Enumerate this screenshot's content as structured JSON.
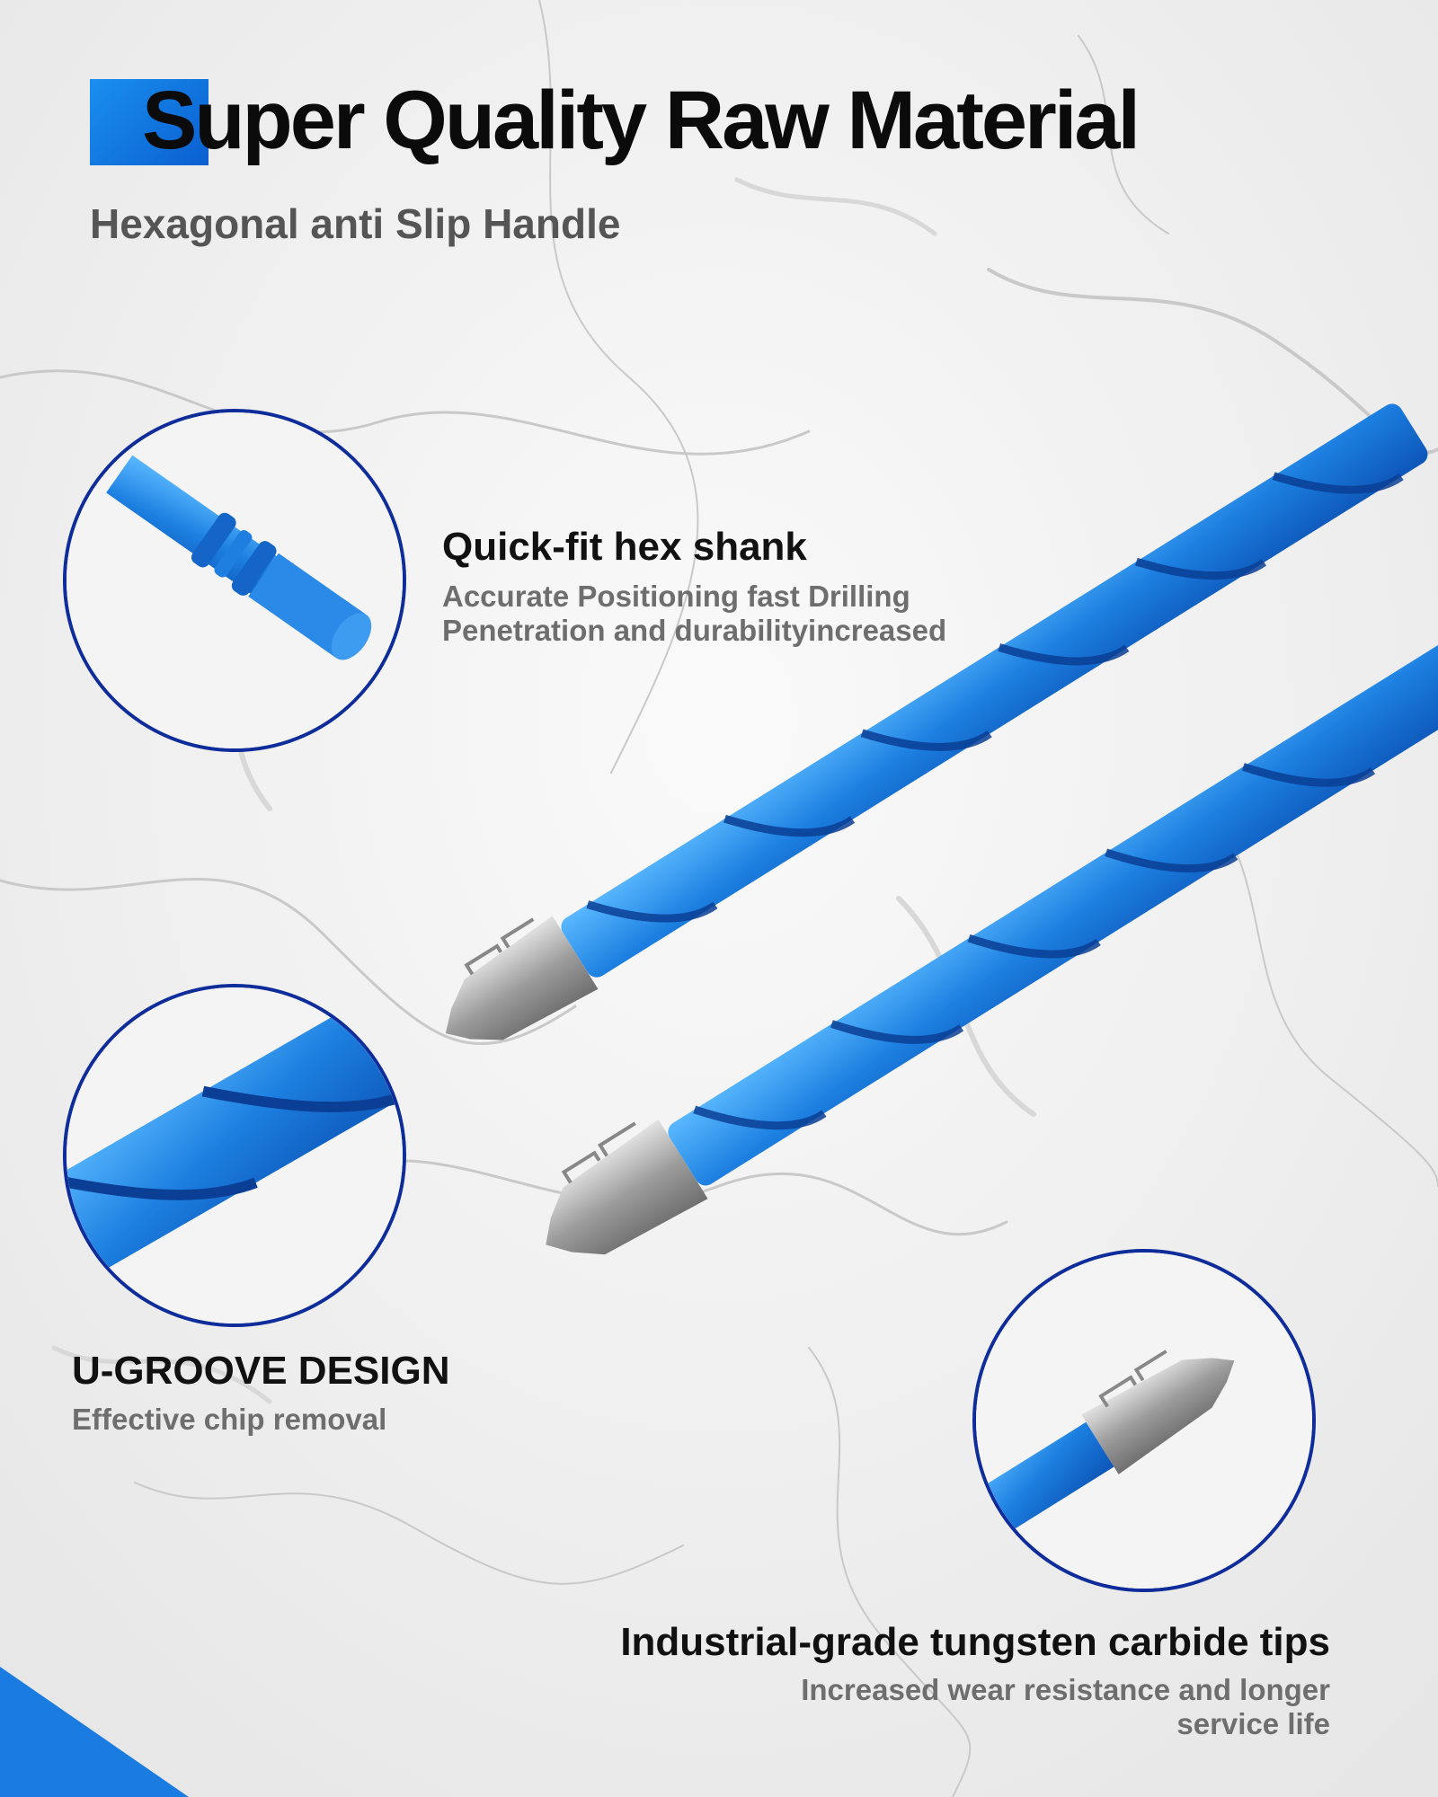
{
  "header": {
    "title": "Super Quality Raw Material",
    "subtitle": "Hexagonal anti Slip Handle"
  },
  "features": {
    "hex_shank": {
      "title": "Quick-fit hex shank",
      "desc_line1": "Accurate Positioning fast Drilling",
      "desc_line2": "Penetration and durabilityincreased"
    },
    "u_groove": {
      "title": "U-GROOVE DESIGN",
      "desc": "Effective chip removal"
    },
    "carbide_tips": {
      "title": "Industrial-grade tungsten carbide tips",
      "desc_line1": "Increased wear resistance and longer",
      "desc_line2": "service life"
    }
  },
  "colors": {
    "accent": "#1a7be0",
    "circle_border": "#0f2d9a",
    "drill_blue": "#1e7fe0",
    "carbide": "#b9b9b9"
  },
  "icons": [
    "hex-shank-closeup",
    "u-groove-closeup",
    "carbide-tip-closeup",
    "drill-bit-pair"
  ]
}
